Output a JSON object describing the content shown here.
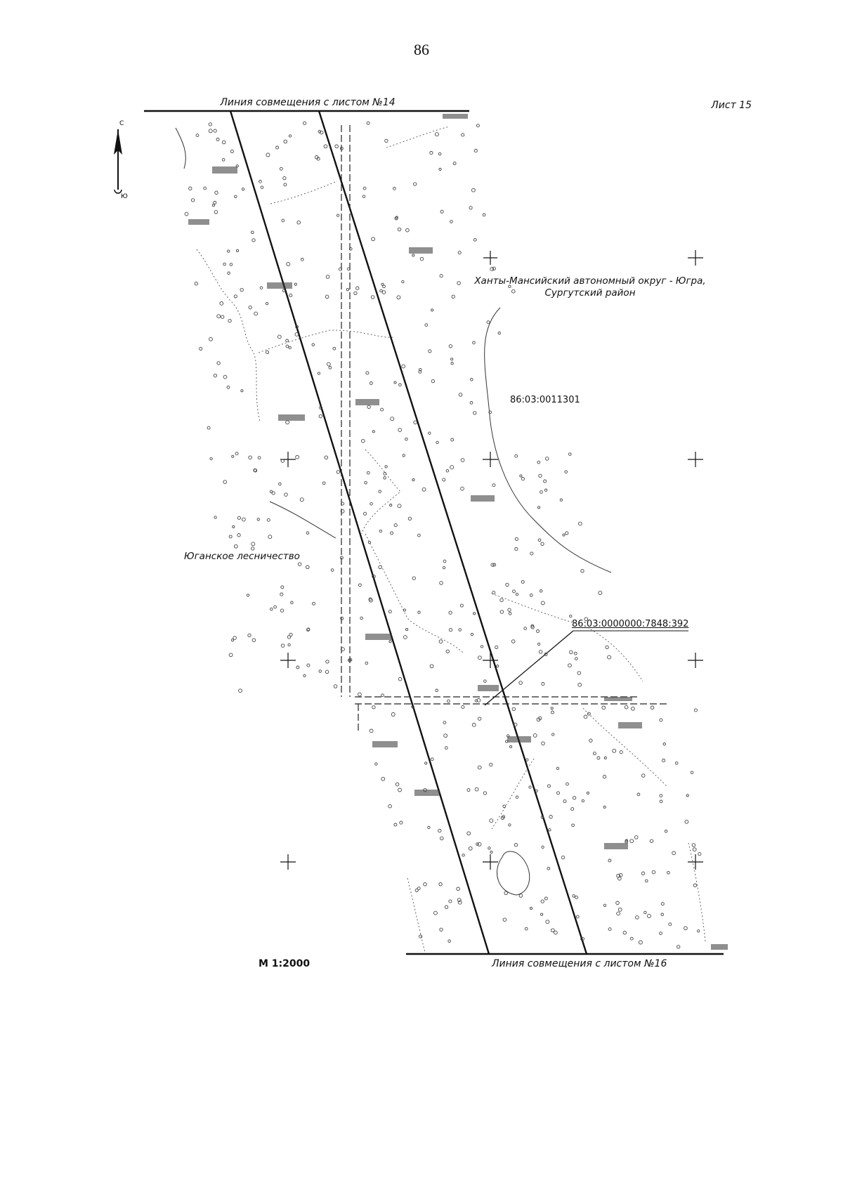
{
  "page": {
    "number": "86"
  },
  "sheet": {
    "label": "Лист 15",
    "top_alignment": "Линия совмещения с листом №14",
    "bottom_alignment": "Линия совмещения с листом №16",
    "scale": "М 1:2000"
  },
  "labels": {
    "district_line1": "Ханты-Мансийский автономный округ - Югра,",
    "district_line2": "Сургутский район",
    "forestry": "Юганское лесничество",
    "parcel_1": "86:03:0011301",
    "parcel_2": "86:03:0000000:7848:392"
  },
  "compass": {
    "north": "С",
    "south": "Ю"
  },
  "icons": {
    "north_arrow": "north-arrow-icon",
    "grid_cross": "grid-cross-icon"
  }
}
